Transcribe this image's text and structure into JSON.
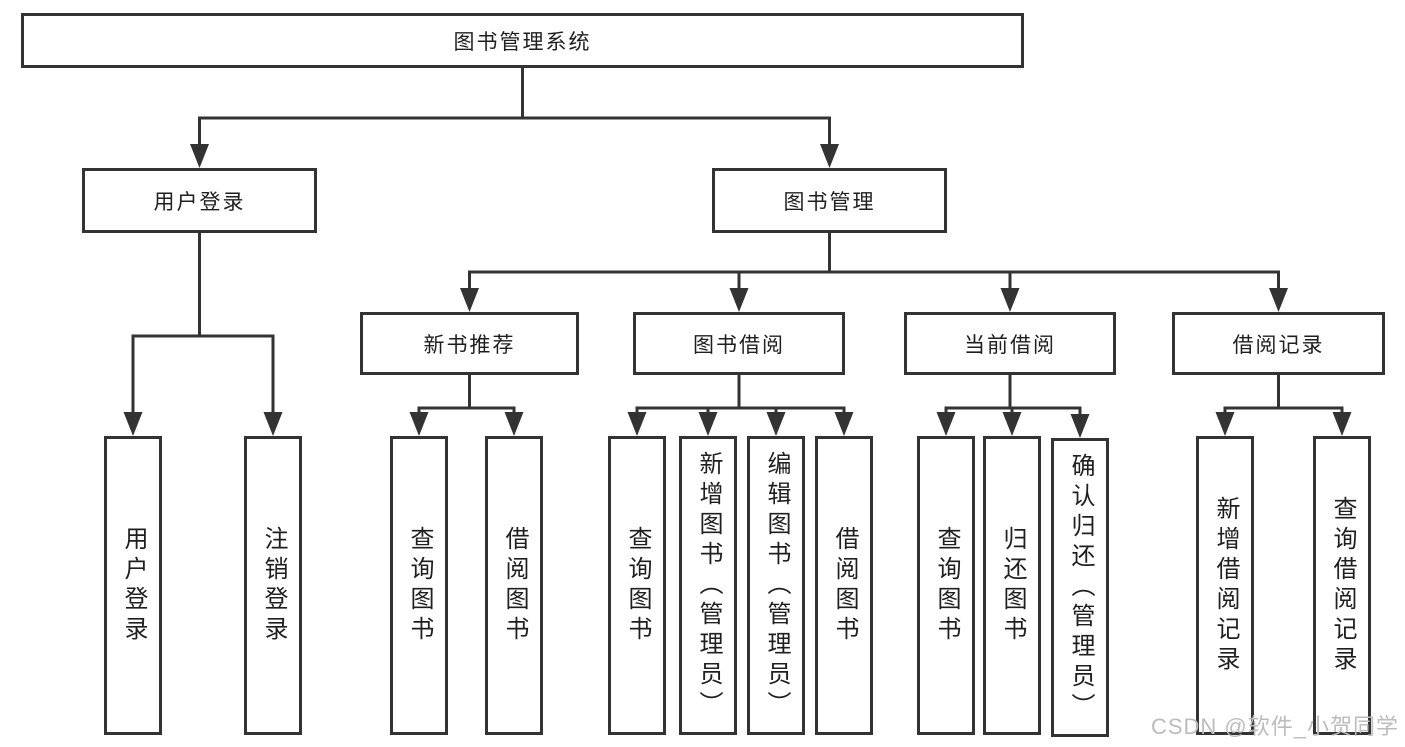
{
  "diagram": {
    "root": {
      "label": "图书管理系统",
      "children": [
        {
          "label": "用户登录",
          "children": [
            {
              "label": "用户登录"
            },
            {
              "label": "注销登录"
            }
          ]
        },
        {
          "label": "图书管理",
          "children": [
            {
              "label": "新书推荐",
              "children": [
                {
                  "label": "查询图书"
                },
                {
                  "label": "借阅图书"
                }
              ]
            },
            {
              "label": "图书借阅",
              "children": [
                {
                  "label": "查询图书"
                },
                {
                  "label": "新增图书（管理员）"
                },
                {
                  "label": "编辑图书（管理员）"
                },
                {
                  "label": "借阅图书"
                }
              ]
            },
            {
              "label": "当前借阅",
              "children": [
                {
                  "label": "查询图书"
                },
                {
                  "label": "归还图书"
                },
                {
                  "label": "确认归还（管理员）"
                }
              ]
            },
            {
              "label": "借阅记录",
              "children": [
                {
                  "label": "新增借阅记录"
                },
                {
                  "label": "查询借阅记录"
                }
              ]
            }
          ]
        }
      ]
    }
  },
  "watermark": {
    "text": "CSDN @软件_小贺同学"
  },
  "colors": {
    "line": "#333333",
    "text": "#1f1f1f",
    "watermark": "#bcbcbc",
    "background": "#ffffff"
  }
}
